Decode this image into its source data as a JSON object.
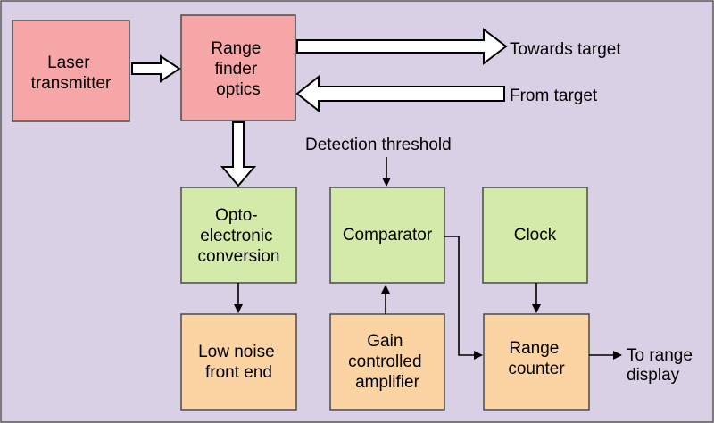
{
  "colors": {
    "background": "#d9d0e6",
    "transmit_blocks": "#f7a6a8",
    "processing_blocks": "#d4eaa8",
    "signal_blocks": "#fcd3a3"
  },
  "blocks": {
    "laser_transmitter": [
      "Laser",
      "transmitter"
    ],
    "range_finder_optics": [
      "Range",
      "finder",
      "optics"
    ],
    "opto_electronic_conversion": [
      "Opto-",
      "electronic",
      "conversion"
    ],
    "comparator": [
      "Comparator"
    ],
    "clock": [
      "Clock"
    ],
    "low_noise_front_end": [
      "Low noise",
      "front end"
    ],
    "gain_controlled_amplifier": [
      "Gain",
      "controlled",
      "amplifier"
    ],
    "range_counter": [
      "Range",
      "counter"
    ]
  },
  "labels": {
    "towards_target": "Towards target",
    "from_target": "From target",
    "detection_threshold": "Detection threshold",
    "to_range_display": [
      "To range",
      "display"
    ]
  }
}
